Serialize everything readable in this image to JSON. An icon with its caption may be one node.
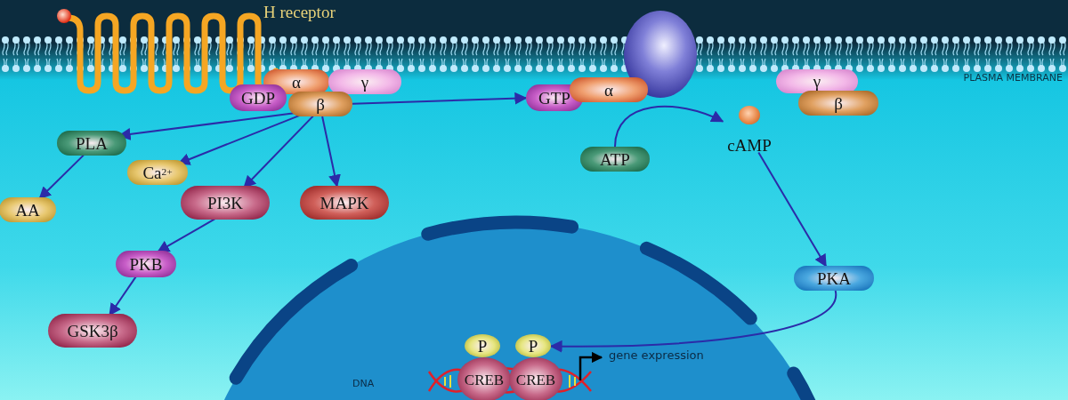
{
  "diagram": {
    "nodes": [
      {
        "text": [
          "α"
        ]
      },
      {
        "text": [
          "γ"
        ]
      },
      {
        "text": [
          "GDP"
        ]
      },
      {
        "text": [
          "β"
        ]
      },
      {
        "text": [
          "GTP"
        ]
      },
      {
        "text": [
          "α"
        ]
      },
      {
        "text": [
          "γ"
        ]
      },
      {
        "text": [
          "β"
        ]
      },
      {
        "text": [
          "PLA"
        ]
      },
      {
        "text": [
          "Ca$^{2+}$"
        ]
      },
      {
        "text": [
          "PI3K"
        ]
      },
      {
        "text": [
          "MAPK"
        ]
      },
      {
        "text": [
          "AA"
        ]
      },
      {
        "text": [
          "ATP"
        ]
      },
      {
        "text": [
          "cAMP"
        ]
      },
      {
        "text": [
          "PKB"
        ]
      },
      {
        "text": [
          "GSK3β"
        ]
      },
      {
        "text": [
          "PKA"
        ]
      },
      {
        "text": [
          "P"
        ]
      },
      {
        "text": [
          "P"
        ]
      },
      {
        "text": [
          "CREB"
        ]
      },
      {
        "text": [
          "CREB"
        ]
      }
    ],
    "edges": [
      {
        "from": 3,
        "to": 4,
        "arrow": "to"
      },
      {
        "from": 3,
        "to": 8,
        "arrow": "to"
      },
      {
        "from": 3,
        "to": 9,
        "arrow": "to"
      },
      {
        "from": 3,
        "to": 10,
        "arrow": "to"
      },
      {
        "from": 3,
        "to": 11,
        "arrow": "to"
      },
      {
        "from": 8,
        "to": 12,
        "arrow": "to"
      },
      {
        "from": 10,
        "to": 15,
        "arrow": "to"
      },
      {
        "from": 15,
        "to": 16,
        "arrow": "to"
      },
      {
        "from": 13,
        "to": 14,
        "arrow": "to"
      },
      {
        "from": 14,
        "to": 17,
        "arrow": "to"
      },
      {
        "from": 17,
        "to": 19,
        "arrow": "to"
      }
    ],
    "labels": [
      "H receptor",
      "PLASMA MEMBRANE",
      "DNA",
      "gene expression"
    ]
  }
}
